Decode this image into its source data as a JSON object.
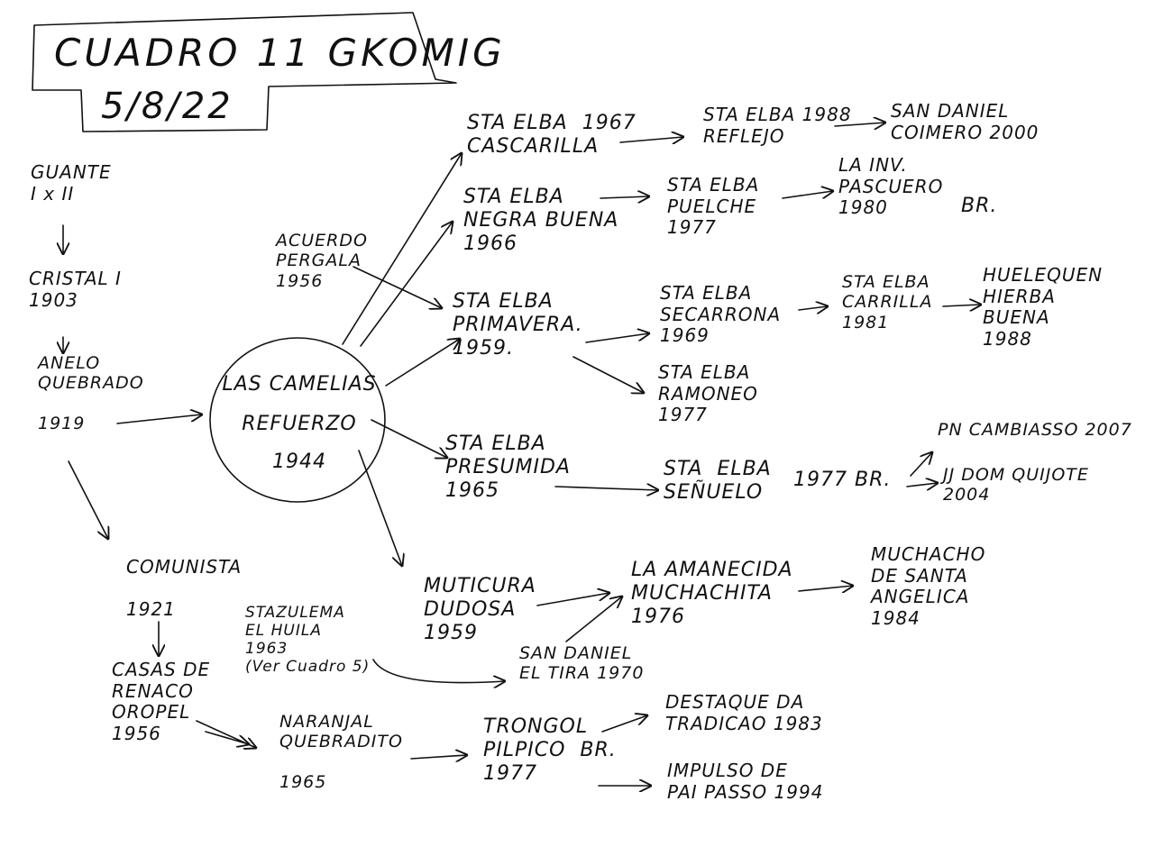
{
  "header": {
    "title": "CUADRO 11 GKOMIG",
    "date": "5/8/22"
  },
  "center": {
    "line1": "LAS CAMELIAS",
    "line2": "REFUERZO",
    "line3": "1944"
  },
  "nodes": {
    "guante": "GUANTE\nI x II",
    "cristal": "CRISTAL I\n1903",
    "anelo": "ANELO\nQUEBRADO\n\n1919",
    "comunista": "COMUNISTA\n\n1921",
    "casas": "CASAS DE\nRENACO\nOROPEL\n1956",
    "acuerdo": "ACUERDO\nPERGALA\n1956",
    "sta1967": "STA ELBA  1967\nCASCARILLA",
    "sta1988": "STA ELBA 1988\nREFLEJO",
    "sandaniel2000": "SAN DANIEL\nCOIMERO 2000",
    "negra": "STA ELBA\nNEGRA BUENA\n1966",
    "puelche": "STA ELBA\nPUELCHE\n1977",
    "lainv": "LA INV.\nPASCUERO\n1980",
    "br1": "BR.",
    "primavera": "STA ELBA\nPRIMAVERA.\n1959.",
    "secarrona": "STA ELBA\nSECARRONA\n1969",
    "carrilla": "STA ELBA\nCARRILLA\n1981",
    "huelequen": "HUELEQUEN\nHIERBA\nBUENA\n1988",
    "ramoneo": "STA ELBA\nRAMONEO\n1977",
    "presumida": "STA ELBA\nPRESUMIDA\n1965",
    "senuelo": "STA  ELBA\nSEÑUELO",
    "senuelo_year": "1977 BR.",
    "pncambiasso": "PN CAMBIASSO 2007",
    "jjdom": "JJ DOM QUIJOTE\n2004",
    "muticura": "MUTICURA\nDUDOSA\n1959",
    "amanecida": "LA AMANECIDA\nMUCHACHITA\n1976",
    "muchacho": "MUCHACHO\nDE SANTA\nANGELICA\n1984",
    "stazulema": "STAZULEMA\nEL HUILA\n1963\n(Ver Cuadro 5)",
    "sandanielelmira": "SAN DANIEL\nEL TIRA 1970",
    "naranjal": "NARANJAL\nQUEBRADITO\n\n1965",
    "trongol": "TRONGOL\nPILPICO  BR.\n1977",
    "destaque": "DESTAQUE DA\nTRADICAO 1983",
    "impulso": "IMPULSO DE\nPAI PASSO 1994"
  },
  "ink_color": "#111111"
}
